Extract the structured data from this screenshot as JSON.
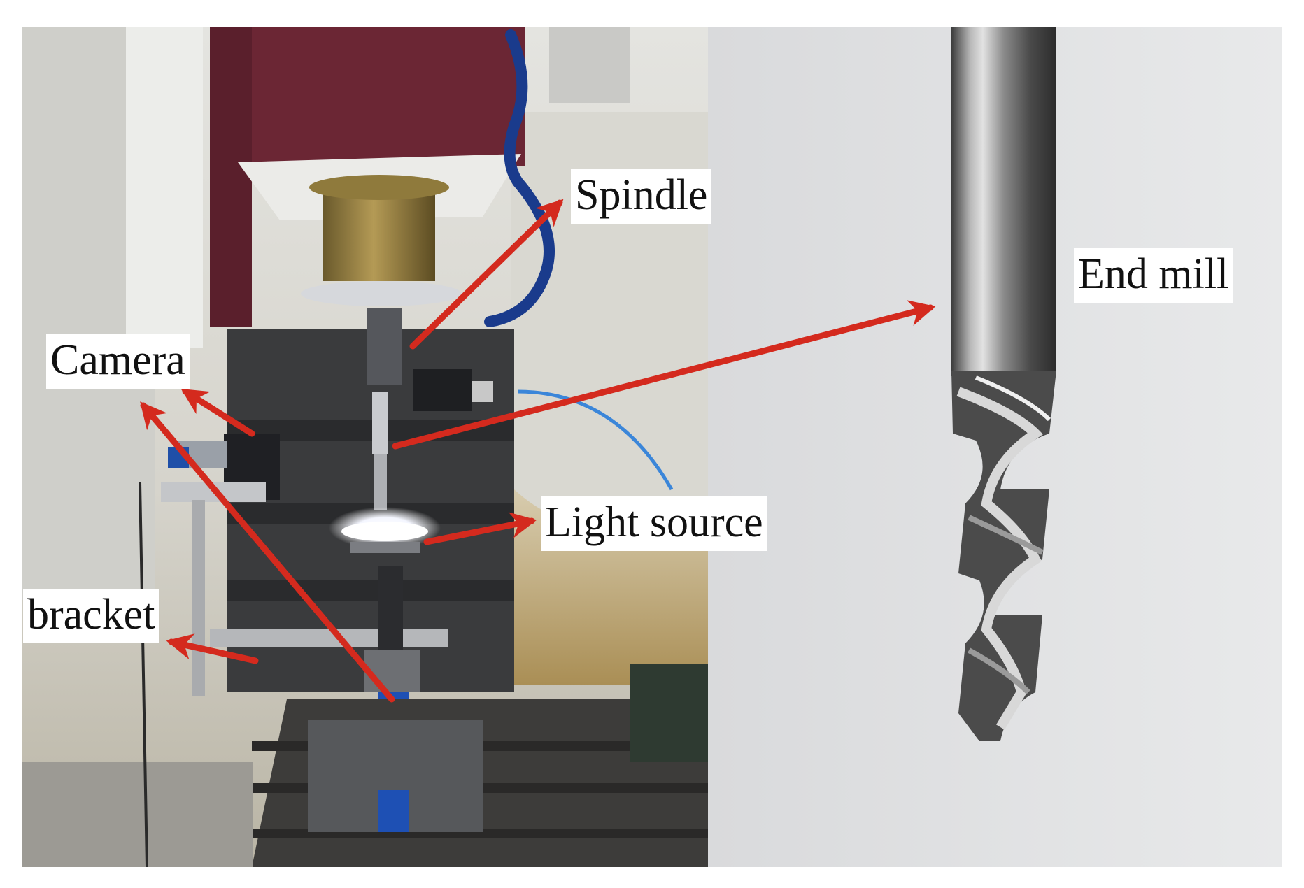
{
  "figure": {
    "panels": {
      "left": "machine-setup-photo",
      "right": "end-mill-closeup-photo"
    },
    "labels": {
      "spindle": "Spindle",
      "end_mill": "End mill",
      "camera": "Camera",
      "light_source": "Light source",
      "bracket": "bracket"
    },
    "colors": {
      "arrow": "#d42a1e",
      "label_background": "#ffffff",
      "machine_maroon": "#6b2634",
      "wall": "#dcdcd8",
      "right_background": "#e3e4e6"
    }
  }
}
